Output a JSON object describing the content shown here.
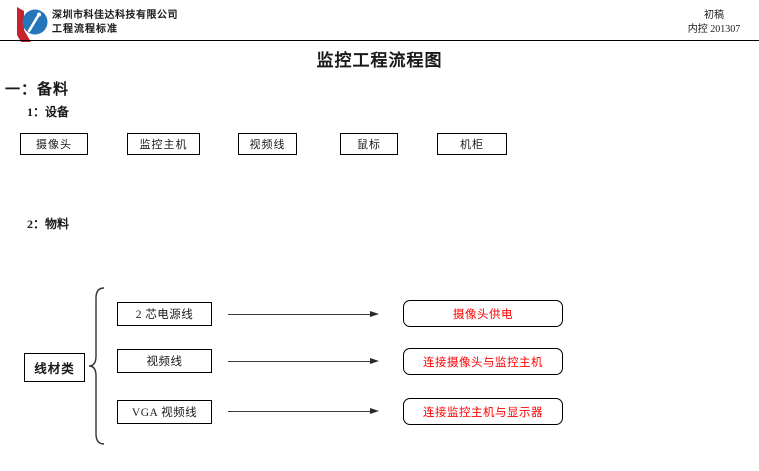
{
  "header": {
    "company_name": "深圳市科佳达科技有限公司",
    "doc_type": "工程流程标准",
    "draft_label": "初稿",
    "control_label": "内控 201307"
  },
  "title": "监控工程流程图",
  "sections": {
    "prepare_heading": "一：备料",
    "equipment_heading": "1：设备",
    "materials_heading": "2：物料"
  },
  "equipment": [
    "摄像头",
    "监控主机",
    "视频线",
    "鼠标",
    "机柜"
  ],
  "materials": {
    "category": "线材类",
    "items": [
      {
        "name": "2 芯电源线",
        "purpose": "摄像头供电"
      },
      {
        "name": "视频线",
        "purpose": "连接摄像头与监控主机"
      },
      {
        "name": "VGA 视频线",
        "purpose": "连接监控主机与显示器"
      }
    ]
  },
  "icons": {
    "logo": "kejiada-company-logo"
  },
  "colors": {
    "logo_red": "#C8232C",
    "logo_blue": "#2475B9",
    "purpose_text": "#FF0000",
    "rule_line": "#000000"
  }
}
